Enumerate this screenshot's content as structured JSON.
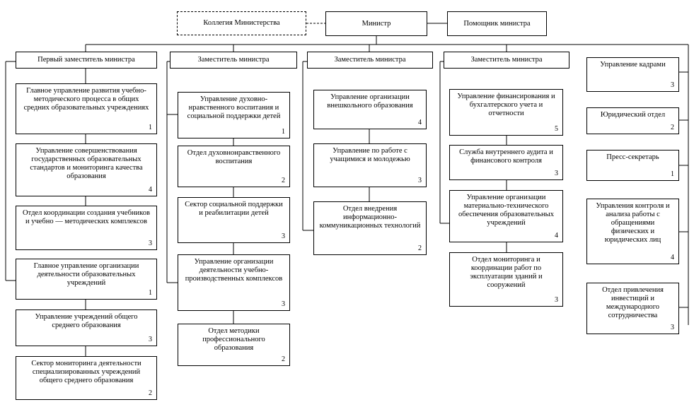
{
  "top": {
    "kollegia": "Коллегия Министерства",
    "minister": "Министр",
    "pomoshnik": "Помощник министра"
  },
  "col1": {
    "head": "Первый заместитель министра",
    "b1": {
      "text": "Главное управление развития учебно-методического процесса в общих средних образовательных учреждениях",
      "num": "1"
    },
    "b2": {
      "text": "Управление совершенствования государственных образовательных стандартов и мониторинга качества образования",
      "num": "4"
    },
    "b3": {
      "text": "Отдел координации создания учебников и учебно — методических комплексов",
      "num": "3"
    },
    "b4": {
      "text": "Главное управление организации деятельности образовательных учреждений",
      "num": "1"
    },
    "b5": {
      "text": "Управление учреждений общего среднего образования",
      "num": "3"
    },
    "b6": {
      "text": "Сектор мониторинга деятельности специализированных учреждений общего среднего образования",
      "num": "2"
    }
  },
  "col2": {
    "head": "Заместитель министра",
    "b1": {
      "text": "Управление духовно-нравственного воспитания и социальной поддержки детей",
      "num": "1"
    },
    "b2": {
      "text": "Отдел духовнонравственного воспитания",
      "num": "2"
    },
    "b3": {
      "text": "Сектор социальной поддержки и реабилитации детей",
      "num": "3"
    },
    "b4": {
      "text": "Управление организации деятельности учебно-производственных комплексов",
      "num": "3"
    },
    "b5": {
      "text": "Отдел методики профессионального образования",
      "num": "2"
    }
  },
  "col3": {
    "head": "Заместитель министра",
    "b1": {
      "text": "Управление организации внешкольного образования",
      "num": "4"
    },
    "b2": {
      "text": "Управление по работе с учащимися и молодежью",
      "num": "3"
    },
    "b3": {
      "text": "Отдел внедрения информационно-коммуникационных технологий",
      "num": "2"
    }
  },
  "col4": {
    "head": "Заместитель министра",
    "b1": {
      "text": "Управление финансирования и бухгалтерского учета и отчетности",
      "num": "5"
    },
    "b2": {
      "text": "Служба внутреннего аудита и финансового контроля",
      "num": "3"
    },
    "b3": {
      "text": "Управление организации материально-технического обеспечения образовательных учреждений",
      "num": "4"
    },
    "b4": {
      "text": "Отдел мониторинга и координации работ по эксплуатации зданий и сооружений",
      "num": "3"
    }
  },
  "col5": {
    "b1": {
      "text": "Управление кадрами",
      "num": "3"
    },
    "b2": {
      "text": "Юридический отдел",
      "num": "2"
    },
    "b3": {
      "text": "Пресс-секретарь",
      "num": "1"
    },
    "b4": {
      "text": "Управления контроля и анализа работы с обращениями физических и юридических лиц",
      "num": "4"
    },
    "b5": {
      "text": "Отдел привлечения инвестиций и международного сотрудничества",
      "num": "3"
    }
  }
}
